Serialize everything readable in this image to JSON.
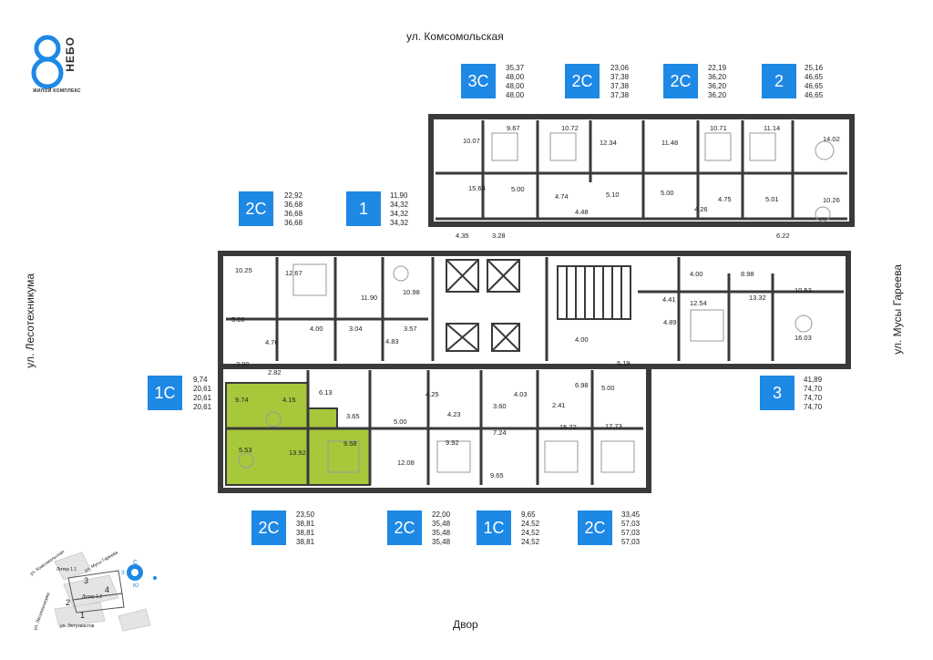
{
  "logo": {
    "name": "НЕБО",
    "subtitle": "ЖИЛОЙ КОМПЛЕКС"
  },
  "streets": {
    "top": "ул. Комсомольская",
    "left": "ул. Лесотехникума",
    "right": "ул. Мусы Гареева",
    "bottom": "Двор"
  },
  "apartments": [
    {
      "type": "3С",
      "areas": [
        "35,37",
        "48,00",
        "48,00",
        "48,00"
      ]
    },
    {
      "type": "2С",
      "areas": [
        "23,06",
        "37,38",
        "37,38",
        "37,38"
      ]
    },
    {
      "type": "2С",
      "areas": [
        "22,19",
        "36,20",
        "36,20",
        "36,20"
      ]
    },
    {
      "type": "2",
      "areas": [
        "25,16",
        "46,65",
        "46,65",
        "46,65"
      ]
    },
    {
      "type": "2С",
      "areas": [
        "22,92",
        "36,68",
        "36,68",
        "36,68"
      ]
    },
    {
      "type": "1",
      "areas": [
        "11,90",
        "34,32",
        "34,32",
        "34,32"
      ]
    },
    {
      "type": "1С",
      "areas": [
        "9,74",
        "20,61",
        "20,61",
        "20,61"
      ]
    },
    {
      "type": "3",
      "areas": [
        "41,89",
        "74,70",
        "74,70",
        "74,70"
      ]
    },
    {
      "type": "2С",
      "areas": [
        "23,50",
        "38,81",
        "38,81",
        "38,81"
      ]
    },
    {
      "type": "2С",
      "areas": [
        "22,00",
        "35,48",
        "35,48",
        "35,48"
      ]
    },
    {
      "type": "1С",
      "areas": [
        "9,65",
        "24,52",
        "24,52",
        "24,52"
      ]
    },
    {
      "type": "2С",
      "areas": [
        "33,45",
        "57,03",
        "57,03",
        "57,03"
      ]
    }
  ],
  "rooms": [
    "10.07",
    "9.67",
    "10.72",
    "12.34",
    "11.48",
    "10.71",
    "11.14",
    "14.02",
    "15.63",
    "5.00",
    "4.74",
    "5.10",
    "5.00",
    "4.75",
    "5.01",
    "10.26",
    "4.48",
    "4.26",
    "4.35",
    "3.28",
    "6.22",
    "10.25",
    "12.67",
    "11.90",
    "10.98",
    "4.00",
    "8.98",
    "10.53",
    "5.00",
    "4.00",
    "3.04",
    "3.57",
    "4.41",
    "12.54",
    "13.32",
    "4.76",
    "4.83",
    "4.89",
    "16.03",
    "4.00",
    "3.90",
    "2.82",
    "5.19",
    "6.98",
    "9.74",
    "4.15",
    "6.13",
    "4.25",
    "3.60",
    "4.03",
    "2.41",
    "5.00",
    "3.65",
    "4.23",
    "5.00",
    "17.73",
    "7.24",
    "15.72",
    "5.53",
    "13.92",
    "9.58",
    "12.08",
    "9.92",
    "9.65"
  ],
  "minimap": {
    "streets": [
      "ул. Комсомольская",
      "ул. Мусы Гареева",
      "ул. Лесотехникума",
      "ул. Энтузиастов"
    ],
    "buildings": [
      "Литер 1.1",
      "Литер 1.2"
    ],
    "sections": [
      "3",
      "4",
      "2",
      "1"
    ],
    "compass": "С",
    "compass_s": "Ю",
    "compass_w": "З"
  },
  "colors": {
    "accent": "#1e88e5",
    "highlight": "#a8c83b",
    "wall": "#3a3a3a"
  }
}
